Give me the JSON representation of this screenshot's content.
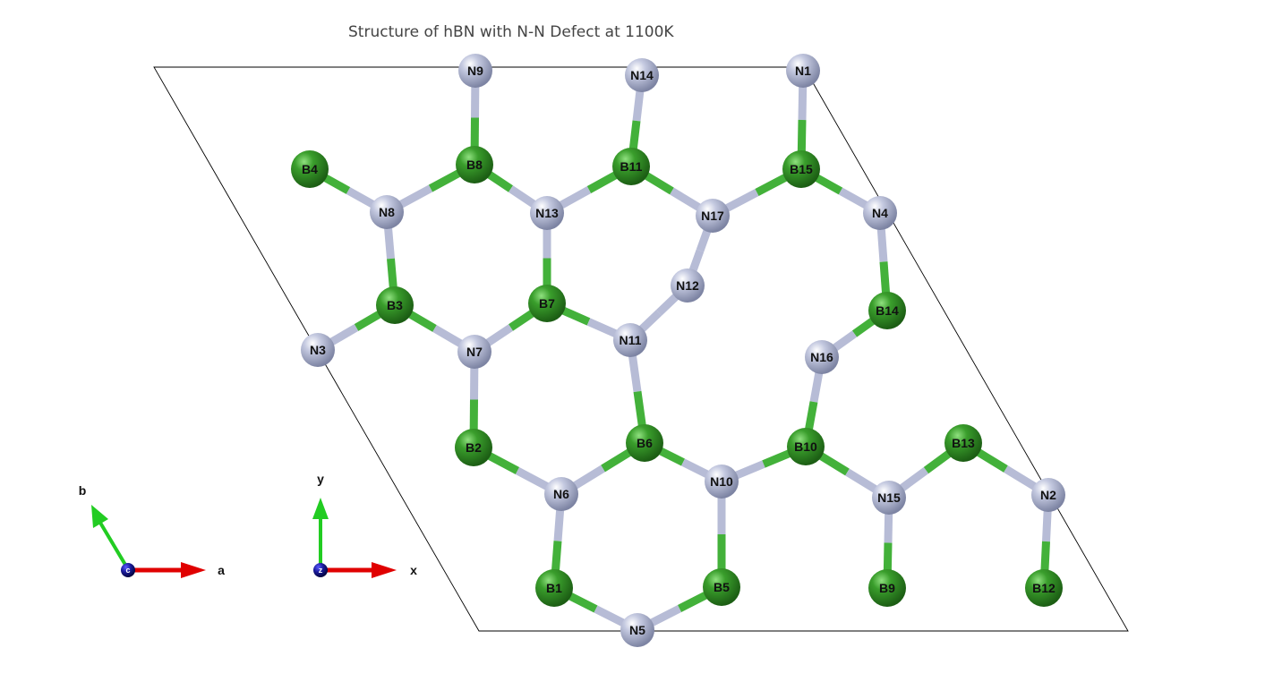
{
  "title": "Structure of hBN with N-N Defect at 1100K",
  "colors": {
    "nitrogen": "#aab0cc",
    "boron": "#2f8f22",
    "bond_nitrogen": "#b7bcd6",
    "bond_boron": "#43b13a",
    "cell_line": "#000000",
    "axis_red": "#e00000",
    "axis_green": "#22cc22",
    "axis_blue": "#1a1a99"
  },
  "cell_axes": {
    "a_label": "a",
    "b_label": "b",
    "c_label": "c"
  },
  "cartesian_axes": {
    "x_label": "x",
    "y_label": "y",
    "z_label": "z"
  },
  "atoms": [
    {
      "id": "N9",
      "element": "N"
    },
    {
      "id": "N14",
      "element": "N"
    },
    {
      "id": "N1",
      "element": "N"
    },
    {
      "id": "B4",
      "element": "B"
    },
    {
      "id": "B8",
      "element": "B"
    },
    {
      "id": "B11",
      "element": "B"
    },
    {
      "id": "B15",
      "element": "B"
    },
    {
      "id": "N8",
      "element": "N"
    },
    {
      "id": "N13",
      "element": "N"
    },
    {
      "id": "N17",
      "element": "N"
    },
    {
      "id": "N4",
      "element": "N"
    },
    {
      "id": "N12",
      "element": "N"
    },
    {
      "id": "B3",
      "element": "B"
    },
    {
      "id": "B7",
      "element": "B"
    },
    {
      "id": "B14",
      "element": "B"
    },
    {
      "id": "N3",
      "element": "N"
    },
    {
      "id": "N7",
      "element": "N"
    },
    {
      "id": "N11",
      "element": "N"
    },
    {
      "id": "N16",
      "element": "N"
    },
    {
      "id": "B2",
      "element": "B"
    },
    {
      "id": "B6",
      "element": "B"
    },
    {
      "id": "B10",
      "element": "B"
    },
    {
      "id": "B13",
      "element": "B"
    },
    {
      "id": "N6",
      "element": "N"
    },
    {
      "id": "N10",
      "element": "N"
    },
    {
      "id": "N15",
      "element": "N"
    },
    {
      "id": "N2",
      "element": "N"
    },
    {
      "id": "B1",
      "element": "B"
    },
    {
      "id": "B5",
      "element": "B"
    },
    {
      "id": "B9",
      "element": "B"
    },
    {
      "id": "B12",
      "element": "B"
    },
    {
      "id": "N5",
      "element": "N"
    }
  ],
  "bonds": [
    [
      "N9",
      "B8"
    ],
    [
      "N14",
      "B11"
    ],
    [
      "N1",
      "B15"
    ],
    [
      "B4",
      "N8"
    ],
    [
      "N8",
      "B8"
    ],
    [
      "B8",
      "N13"
    ],
    [
      "N13",
      "B11"
    ],
    [
      "B11",
      "N17"
    ],
    [
      "N17",
      "B15"
    ],
    [
      "B15",
      "N4"
    ],
    [
      "N8",
      "B3"
    ],
    [
      "N13",
      "B7"
    ],
    [
      "N17",
      "N12"
    ],
    [
      "N4",
      "B14"
    ],
    [
      "B3",
      "N3"
    ],
    [
      "B3",
      "N7"
    ],
    [
      "B7",
      "N7"
    ],
    [
      "B7",
      "N11"
    ],
    [
      "N12",
      "N11"
    ],
    [
      "B14",
      "N16"
    ],
    [
      "N7",
      "B2"
    ],
    [
      "N11",
      "B6"
    ],
    [
      "N16",
      "B10"
    ],
    [
      "B2",
      "N6"
    ],
    [
      "B6",
      "N6"
    ],
    [
      "B6",
      "N10"
    ],
    [
      "N10",
      "B10"
    ],
    [
      "B10",
      "N15"
    ],
    [
      "N15",
      "B13"
    ],
    [
      "B13",
      "N2"
    ],
    [
      "N6",
      "B1"
    ],
    [
      "N10",
      "B5"
    ],
    [
      "N15",
      "B9"
    ],
    [
      "N2",
      "B12"
    ],
    [
      "B1",
      "N5"
    ],
    [
      "B5",
      "N5"
    ]
  ]
}
